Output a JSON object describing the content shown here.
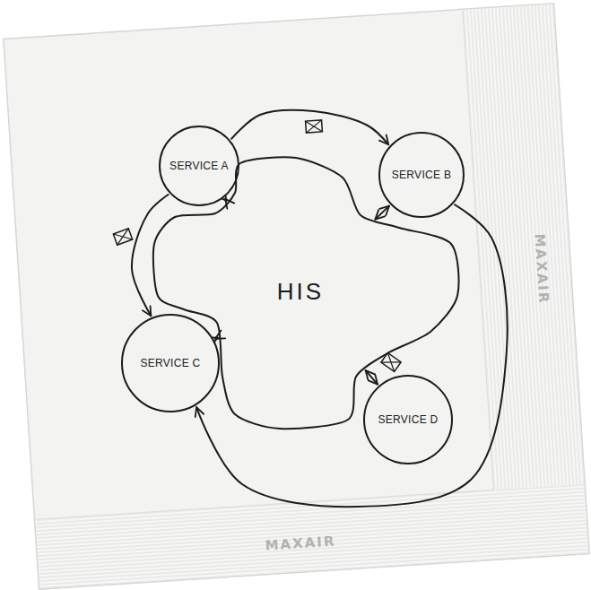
{
  "diagram": {
    "nodes": [
      {
        "text": [
          "SERVICE A"
        ]
      },
      {
        "text": [
          "SERVICE B"
        ]
      },
      {
        "text": [
          "HIS"
        ]
      },
      {
        "text": [
          "SERVICE C"
        ]
      },
      {
        "text": [
          "SERVICE D"
        ]
      }
    ],
    "edges": [
      {
        "from": 0,
        "to": 1,
        "arrow": "to"
      },
      {
        "from": 0,
        "to": 3,
        "arrow": "to"
      },
      {
        "from": 1,
        "to": 3,
        "arrow": "to"
      },
      {
        "from": 0,
        "to": 2,
        "arrow": "both"
      },
      {
        "from": 1,
        "to": 2,
        "arrow": "both"
      },
      {
        "from": 3,
        "to": 2,
        "arrow": "both"
      },
      {
        "from": 4,
        "to": 2,
        "arrow": "both"
      }
    ],
    "labels": [
      "MAXAIR",
      "MAXAIR"
    ]
  }
}
